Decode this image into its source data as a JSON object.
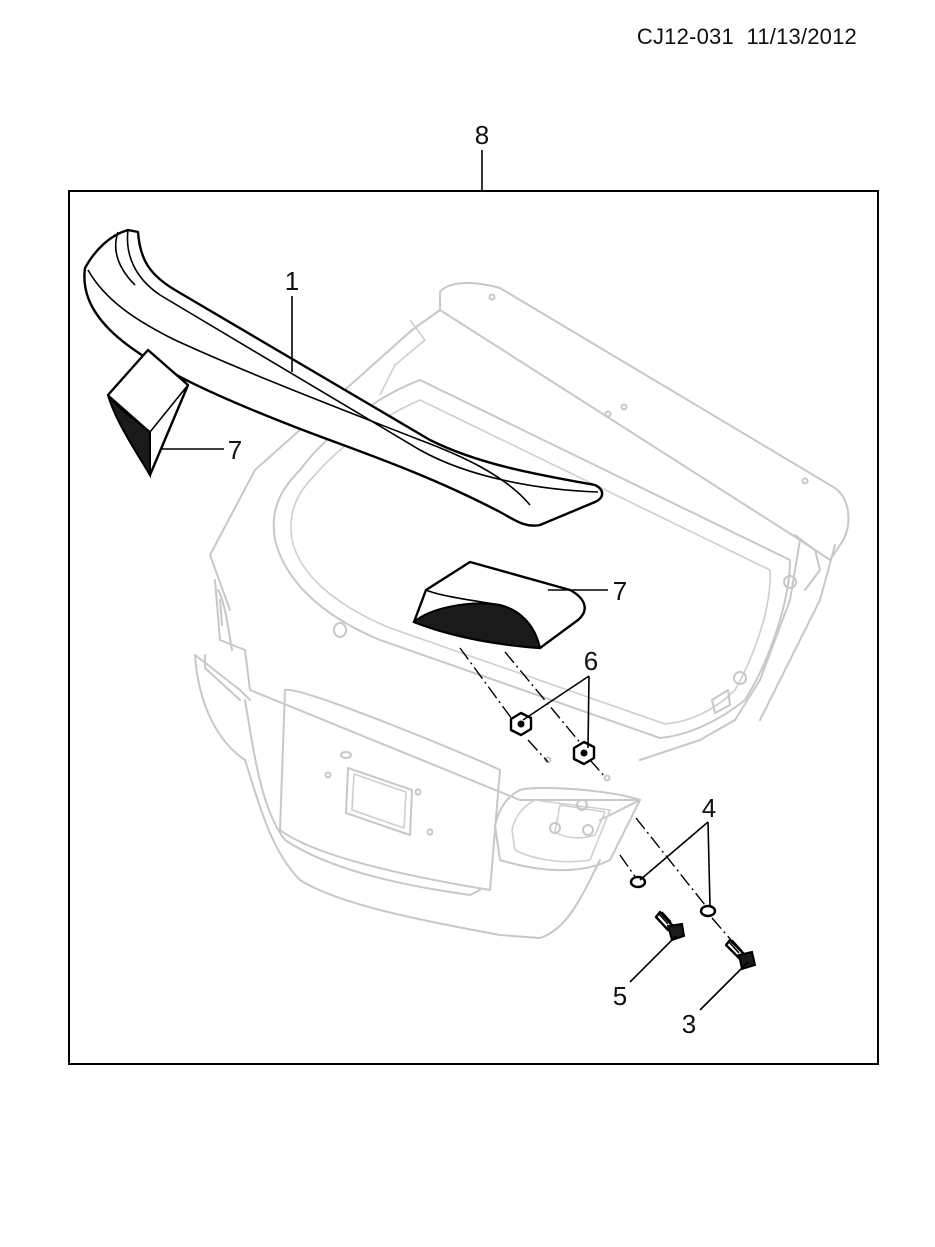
{
  "header": {
    "doc_code": "CJ12-031",
    "date": "11/13/2012"
  },
  "callouts": {
    "c1": "1",
    "c3": "3",
    "c4": "4",
    "c5": "5",
    "c6": "6",
    "c7a": "7",
    "c7b": "7",
    "c8": "8"
  }
}
